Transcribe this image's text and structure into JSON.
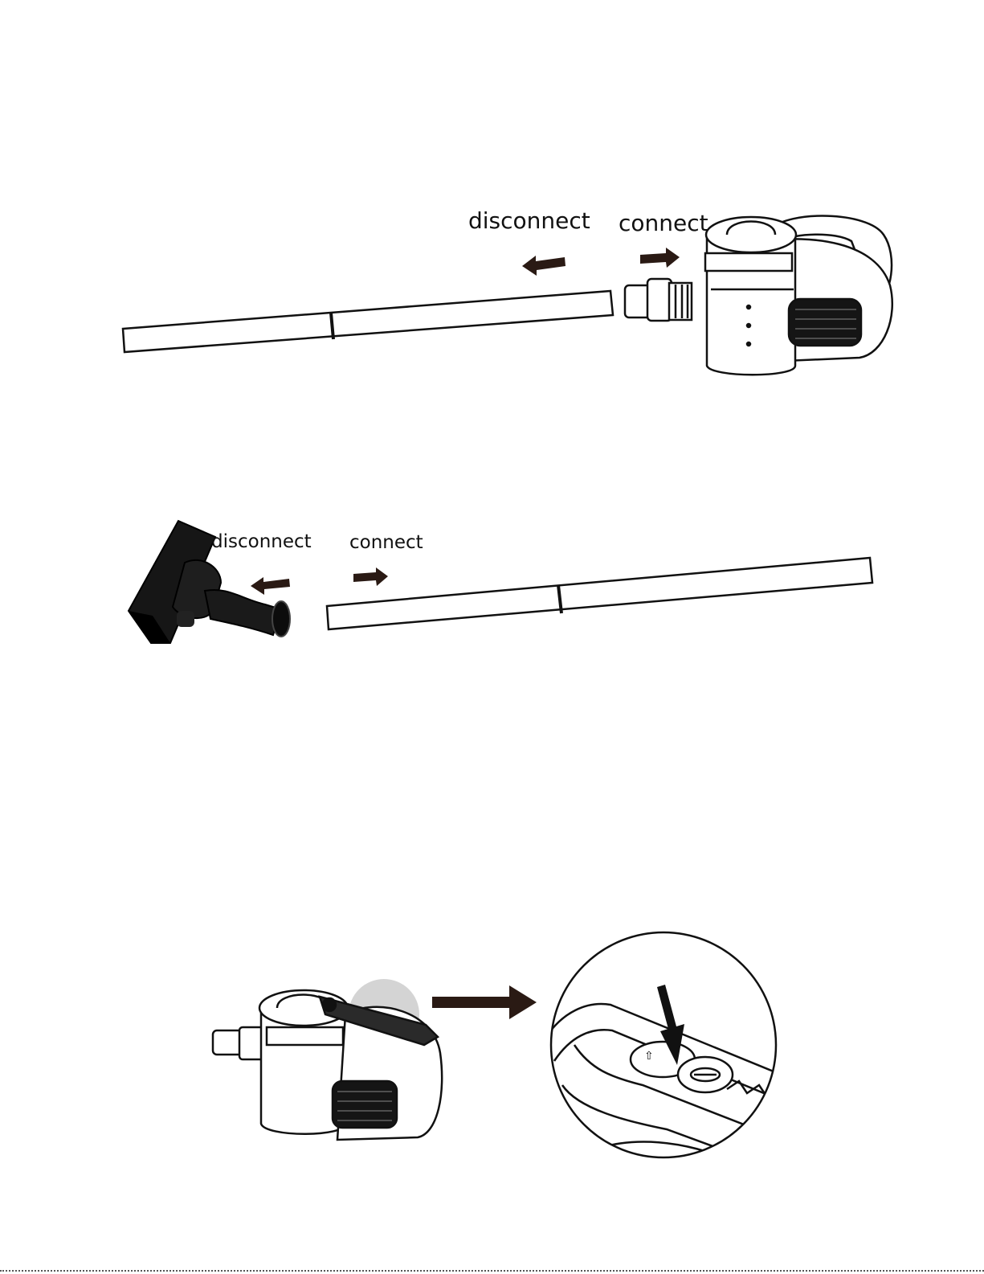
{
  "step1": {
    "disconnect_label": "disconnect",
    "connect_label": "connect"
  },
  "step2": {
    "disconnect_label": "disconnect",
    "connect_label": "connect"
  },
  "colors": {
    "ink": "#111111",
    "arrow": "#2a1a14",
    "highlight": "#d4d4d4"
  }
}
